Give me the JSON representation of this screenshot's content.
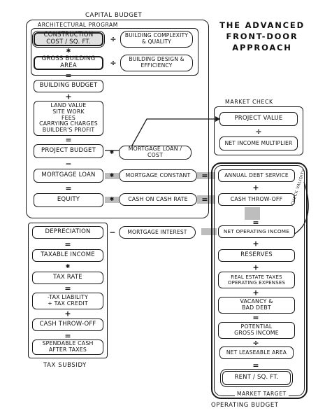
{
  "title": "THE ADVANCED\nFRONT-DOOR\nAPPROACH",
  "labels": {
    "capital_budget": "CAPITAL BUDGET",
    "architectural_program": "ARCHITECTURAL PROGRAM",
    "market_check": "MARKET CHECK",
    "tax_subsidy": "TAX SUBSIDY",
    "market_target": "MARKET TARGET",
    "operating_budget": "OPERATING BUDGET",
    "check_validity": "CHECK VALIDITY"
  },
  "boxes": {
    "construction_cost": "CONSTRUCTION COST / SQ. FT.",
    "building_complexity": "BUILDING COMPLEXITY & QUALITY",
    "gross_building_area": "GROSS BUILDING AREA",
    "building_design": "BUILDING DESIGN & EFFICIENCY",
    "building_budget": "BUILDING BUDGET",
    "land_value": "LAND VALUE\nSITE WORK\nFEES\nCARRYING CHARGES\nBUILDER'S PROFIT",
    "project_budget": "PROJECT BUDGET",
    "mortgage_loan_cost": "MORTGAGE LOAN / COST",
    "mortgage_loan": "MORTGAGE LOAN",
    "mortgage_constant": "MORTGAGE CONSTANT",
    "equity": "EQUITY",
    "cash_on_cash_rate": "CASH ON CASH RATE",
    "project_value": "PROJECT VALUE",
    "net_income_multiplier": "NET INCOME MULTIPLIER",
    "annual_debt_service": "ANNUAL DEBT SERVICE",
    "cash_throw_off_right": "CASH THROW-OFF",
    "net_operating_income": "NET OPERATING INCOME",
    "reserves": "RESERVES",
    "real_estate_taxes": "REAL ESTATE TAXES\nOPERATING EXPENSES",
    "vacancy": "VACANCY &\nBAD DEBT",
    "potential_gross_income": "POTENTIAL\nGROSS INCOME",
    "net_leaseable_area": "NET LEASEABLE AREA",
    "rent_sqft": "RENT / SQ. FT.",
    "depreciation": "DEPRECIATION",
    "mortgage_interest": "MORTGAGE INTEREST",
    "taxable_income": "TAXABLE INCOME",
    "tax_rate": "TAX RATE",
    "tax_liability": "-TAX LIABILITY\n+ TAX CREDIT",
    "cash_throw_off_left": "CASH THROW-OFF",
    "spendable_cash": "SPENDABLE CASH\nAFTER TAXES"
  },
  "operators": {
    "minus": "−",
    "plus": "+",
    "times": "✱",
    "equals": "=",
    "divide": "÷"
  }
}
